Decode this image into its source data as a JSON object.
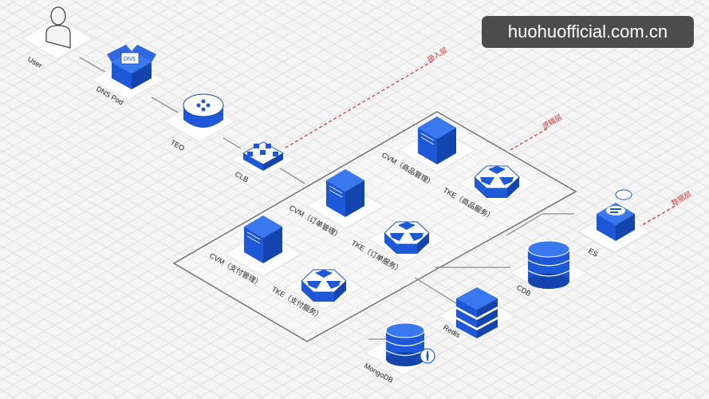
{
  "watermark": "huohuofficial.com.cn",
  "colors": {
    "blue": "#1d58d8",
    "blue_dark": "#1445ae",
    "blue_light": "#3a78f0",
    "platform": "#ffffff",
    "frame": "#6b6b6b",
    "flow": "#8a8a8a",
    "layer_line": "#d13b3b"
  },
  "nodes": {
    "user": "User",
    "dns_pod": "DNS Pod",
    "dns_badge": "DNS",
    "teo": "TEO",
    "clb": "CLB",
    "cvm_goods": "CVM（商品管理）",
    "tke_goods": "TKE（商品服务）",
    "cvm_order": "CVM（订单管理）",
    "tke_order": "TKE（订单服务）",
    "cvm_pay": "CVM（支付管理）",
    "tke_pay": "TKE（支付服务）",
    "es": "ES",
    "cdb": "CDB",
    "redis": "Redis",
    "mongodb": "MongoDB"
  },
  "layers": {
    "access": "接入层",
    "logic": "逻辑层",
    "data": "数据层"
  },
  "icons": [
    "user-icon",
    "box-icon",
    "teo-icon",
    "clb-icon",
    "server-icon",
    "tke-icon",
    "es-icon",
    "database-icon",
    "stack-icon"
  ]
}
